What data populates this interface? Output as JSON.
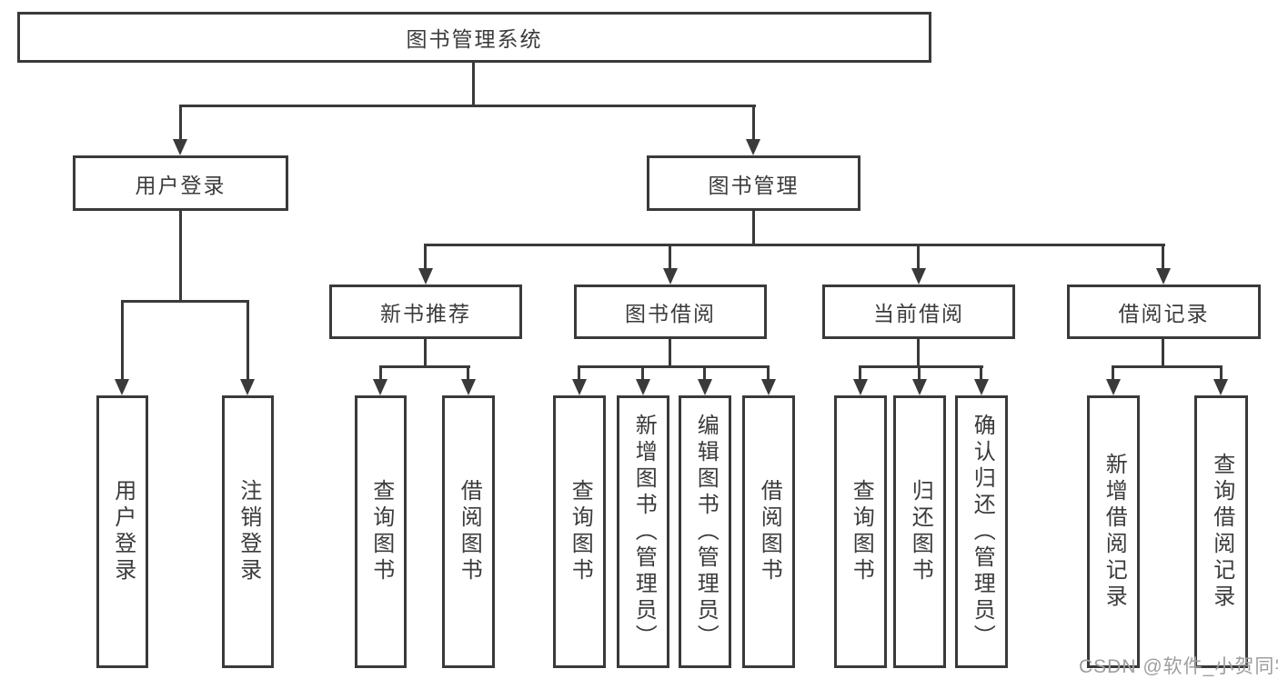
{
  "page": {
    "background": "#ffffff"
  },
  "colors": {
    "line": "#3a3a3a",
    "text": "#3b3b3b",
    "box_background": "#ffffff",
    "watermark": "#9e9e9e"
  },
  "watermark": {
    "text": "CSDN @软件_小贺同学"
  },
  "tree": {
    "root": {
      "label": "图书管理系统"
    },
    "branches": [
      {
        "label": "用户登录",
        "children": [
          {
            "label": "用户登录"
          },
          {
            "label": "注销登录"
          }
        ]
      },
      {
        "label": "图书管理",
        "children": [
          {
            "label": "新书推荐",
            "children": [
              {
                "label": "查询图书"
              },
              {
                "label": "借阅图书"
              }
            ]
          },
          {
            "label": "图书借阅",
            "children": [
              {
                "label": "查询图书"
              },
              {
                "label": "新增图书（管理员）"
              },
              {
                "label": "编辑图书（管理员）"
              },
              {
                "label": "借阅图书"
              }
            ]
          },
          {
            "label": "当前借阅",
            "children": [
              {
                "label": "查询图书"
              },
              {
                "label": "归还图书"
              },
              {
                "label": "确认归还（管理员）"
              }
            ]
          },
          {
            "label": "借阅记录",
            "children": [
              {
                "label": "新增借阅记录"
              },
              {
                "label": "查询借阅记录"
              }
            ]
          }
        ]
      }
    ]
  }
}
